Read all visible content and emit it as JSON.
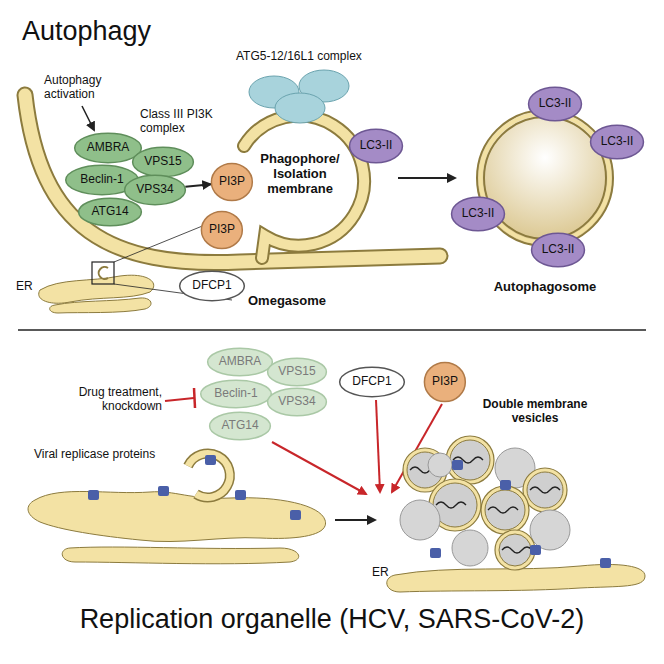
{
  "diagram": {
    "title": "Autophagy",
    "caption": "Replication organelle (HCV, SARS-CoV-2)",
    "nodes": [
      {
        "text": [
          "AMBRA"
        ]
      },
      {
        "text": [
          "VPS15"
        ]
      },
      {
        "text": [
          "Beclin-1"
        ]
      },
      {
        "text": [
          "VPS34"
        ]
      },
      {
        "text": [
          "ATG14"
        ]
      },
      {
        "text": [
          "PI3P"
        ]
      },
      {
        "text": [
          "PI3P"
        ]
      },
      {
        "text": [
          "DFCP1"
        ]
      },
      {
        "text": [
          "LC3-II"
        ]
      },
      {
        "text": [
          "LC3-II"
        ]
      },
      {
        "text": [
          "LC3-II"
        ]
      },
      {
        "text": [
          "LC3-II"
        ]
      },
      {
        "text": [
          "LC3-II"
        ]
      },
      {
        "text": [
          "AMBRA"
        ]
      },
      {
        "text": [
          "VPS15"
        ]
      },
      {
        "text": [
          "Beclin-1"
        ]
      },
      {
        "text": [
          "VPS34"
        ]
      },
      {
        "text": [
          "ATG14"
        ]
      },
      {
        "text": [
          "DFCP1"
        ]
      },
      {
        "text": [
          "PI3P"
        ]
      }
    ],
    "edges": [
      {
        "from": 3,
        "to": 5,
        "arrow": "to"
      }
    ],
    "labels": [
      "ATG5-12/16L1 complex",
      "Autophagy activation",
      "Class III PI3K complex",
      "Phagophore/ Isolation membrane",
      "Omegasome",
      "Autophagosome",
      "ER",
      "Drug treatment, knockdown",
      "Viral replicase proteins",
      "Double membrane vesicles",
      "ER"
    ]
  }
}
